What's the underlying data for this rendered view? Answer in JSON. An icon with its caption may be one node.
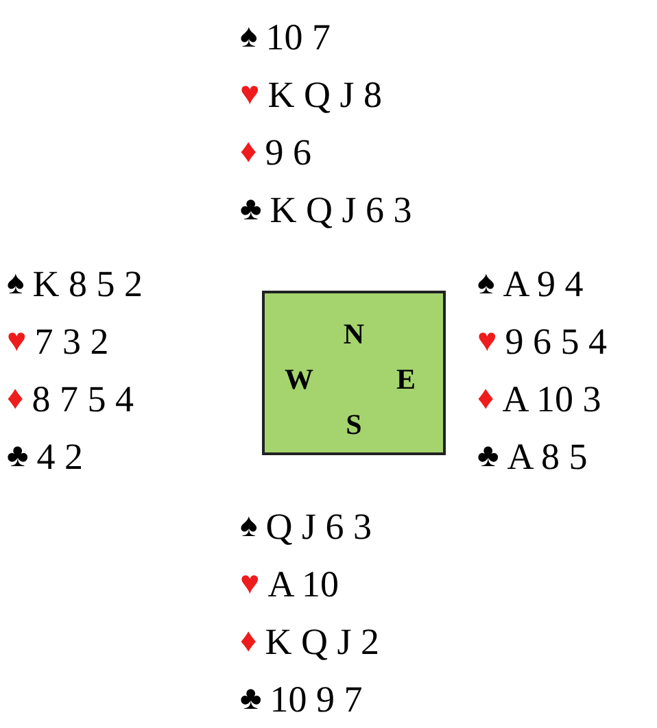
{
  "diagram": {
    "nodes": [
      {
        "text": [
          "N",
          "W",
          "E",
          "S"
        ]
      }
    ],
    "labels": [
      "♠",
      "10 7",
      "♥",
      "K Q J 8",
      "♦",
      "9 6",
      "♣",
      "K Q J 6 3",
      "♠",
      "K 8 5 2",
      "♥",
      "7 3 2",
      "♦",
      "8 7 5 4",
      "♣",
      "4 2",
      "♠",
      "A 9 4",
      "♥",
      "9 6 5 4",
      "♦",
      "A 10 3",
      "♣",
      "A 8 5",
      "♠",
      "Q J 6 3",
      "♥",
      "A 10",
      "♦",
      "K Q J 2",
      "♣",
      "10 9 7"
    ]
  }
}
